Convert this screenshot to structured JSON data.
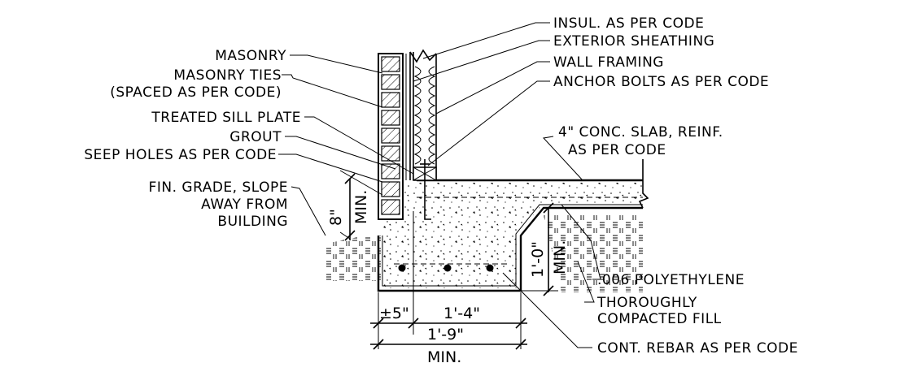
{
  "labels": {
    "insulation": "INSUL. AS PER CODE",
    "sheathing": "EXTERIOR SHEATHING",
    "framing": "WALL FRAMING",
    "anchor_bolts": "ANCHOR BOLTS AS PER CODE",
    "slab_line1": "4\" CONC. SLAB, REINF.",
    "slab_line2": "AS PER CODE",
    "masonry": "MASONRY",
    "ties_line1": "MASONRY TIES",
    "ties_line2": "(SPACED AS PER CODE)",
    "sill_plate": "TREATED SILL PLATE",
    "grout": "GROUT",
    "seep_holes": "SEEP HOLES AS PER CODE",
    "grade_line1": "FIN. GRADE, SLOPE",
    "grade_line2": "AWAY FROM",
    "grade_line3": "BUILDING",
    "poly": ".006 POLYETHYLENE",
    "fill_line1": "THOROUGHLY",
    "fill_line2": "COMPACTED FILL",
    "rebar": "CONT. REBAR AS PER CODE"
  },
  "dimensions": {
    "grade_height": "8\"",
    "grade_min": "MIN.",
    "thickening": "1'-0\"",
    "thickening_min": "MIN.",
    "brick_width": "±5\"",
    "footing_part": "1'-4\"",
    "footing_total": "1'-9\"",
    "footing_min": "MIN."
  }
}
